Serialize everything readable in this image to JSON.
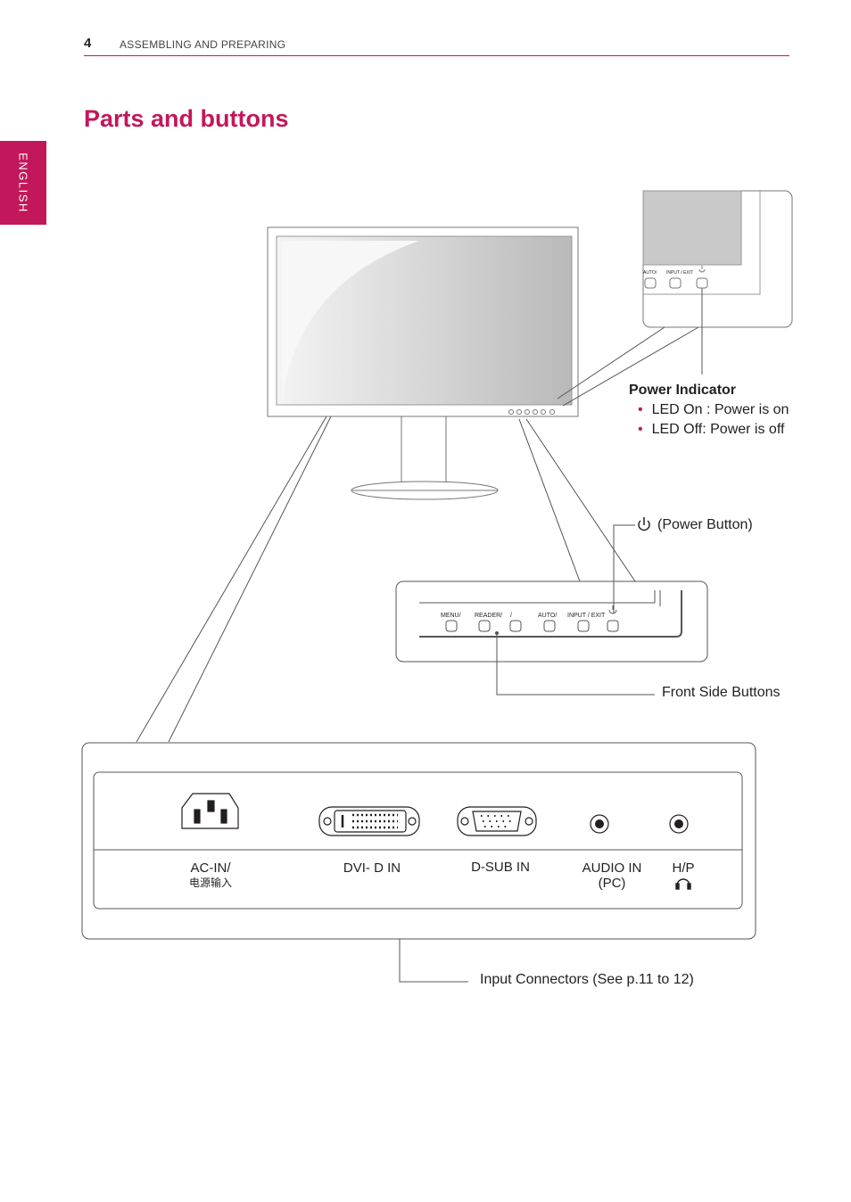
{
  "header": {
    "page_number": "4",
    "section": "ASSEMBLING AND PREPARING"
  },
  "language_tab": "ENGLISH",
  "title": "Parts and buttons",
  "power_indicator": {
    "heading": "Power Indicator",
    "items": [
      "LED On : Power is on",
      "LED Off: Power is off"
    ]
  },
  "power_button": {
    "label": "(Power Button)"
  },
  "front_buttons": {
    "caption": "Front Side Buttons",
    "labels": [
      "MENU/",
      "READER/",
      "/",
      "AUTO/",
      "INPUT / EXIT"
    ]
  },
  "inset_buttons": [
    "AUTO/",
    "INPUT / EXIT"
  ],
  "connectors": {
    "ac_in": "AC-IN/",
    "ac_in_cn": "电源输入",
    "dvi": "DVI- D IN",
    "dsub": "D-SUB IN",
    "audio": "AUDIO IN",
    "audio_sub": "(PC)",
    "hp": "H/P",
    "caption": "Input Connectors (See p.11 to 12)"
  },
  "colors": {
    "accent": "#c2185b",
    "line": "#555555"
  }
}
